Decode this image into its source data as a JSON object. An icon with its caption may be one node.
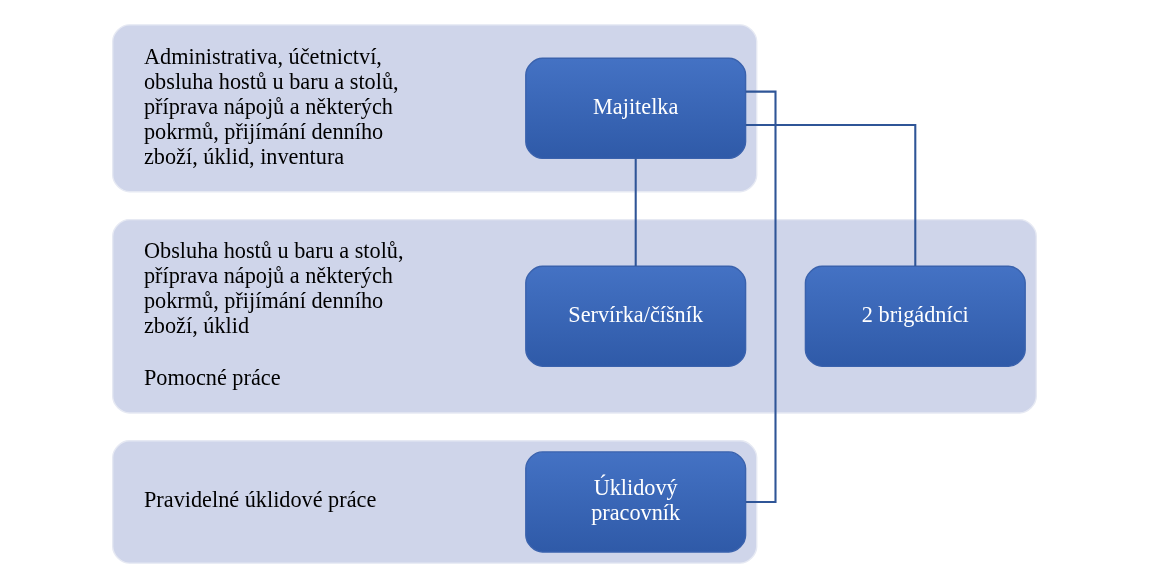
{
  "diagram": {
    "nodes": [
      {
        "text": [
          "Administrativa, účetnictví, obsluha hostů u baru a stolů, příprava nápojů a některých pokrmů, přijímání denního zboží, úklid, inventura"
        ]
      },
      {
        "text": [
          "Majitelka"
        ],
        "in": 0
      },
      {
        "text": [
          "Obsluha hostů u baru a stolů, příprava nápojů a některých pokrmů, přijímání denního zboží, úklid",
          "Pomocné práce"
        ]
      },
      {
        "text": [
          "Servírka/číšník"
        ],
        "in": 2
      },
      {
        "text": [
          "2 brigádníci"
        ],
        "in": 2
      },
      {
        "text": [
          "Pravidelné úklidové práce"
        ]
      },
      {
        "text": [
          "Úklidový pracovník"
        ],
        "in": 5
      }
    ],
    "edges": [
      {
        "from": 1,
        "to": 3,
        "arrow": "none"
      },
      {
        "from": 1,
        "to": 4,
        "arrow": "none"
      },
      {
        "from": 1,
        "to": 6,
        "arrow": "none"
      }
    ]
  }
}
